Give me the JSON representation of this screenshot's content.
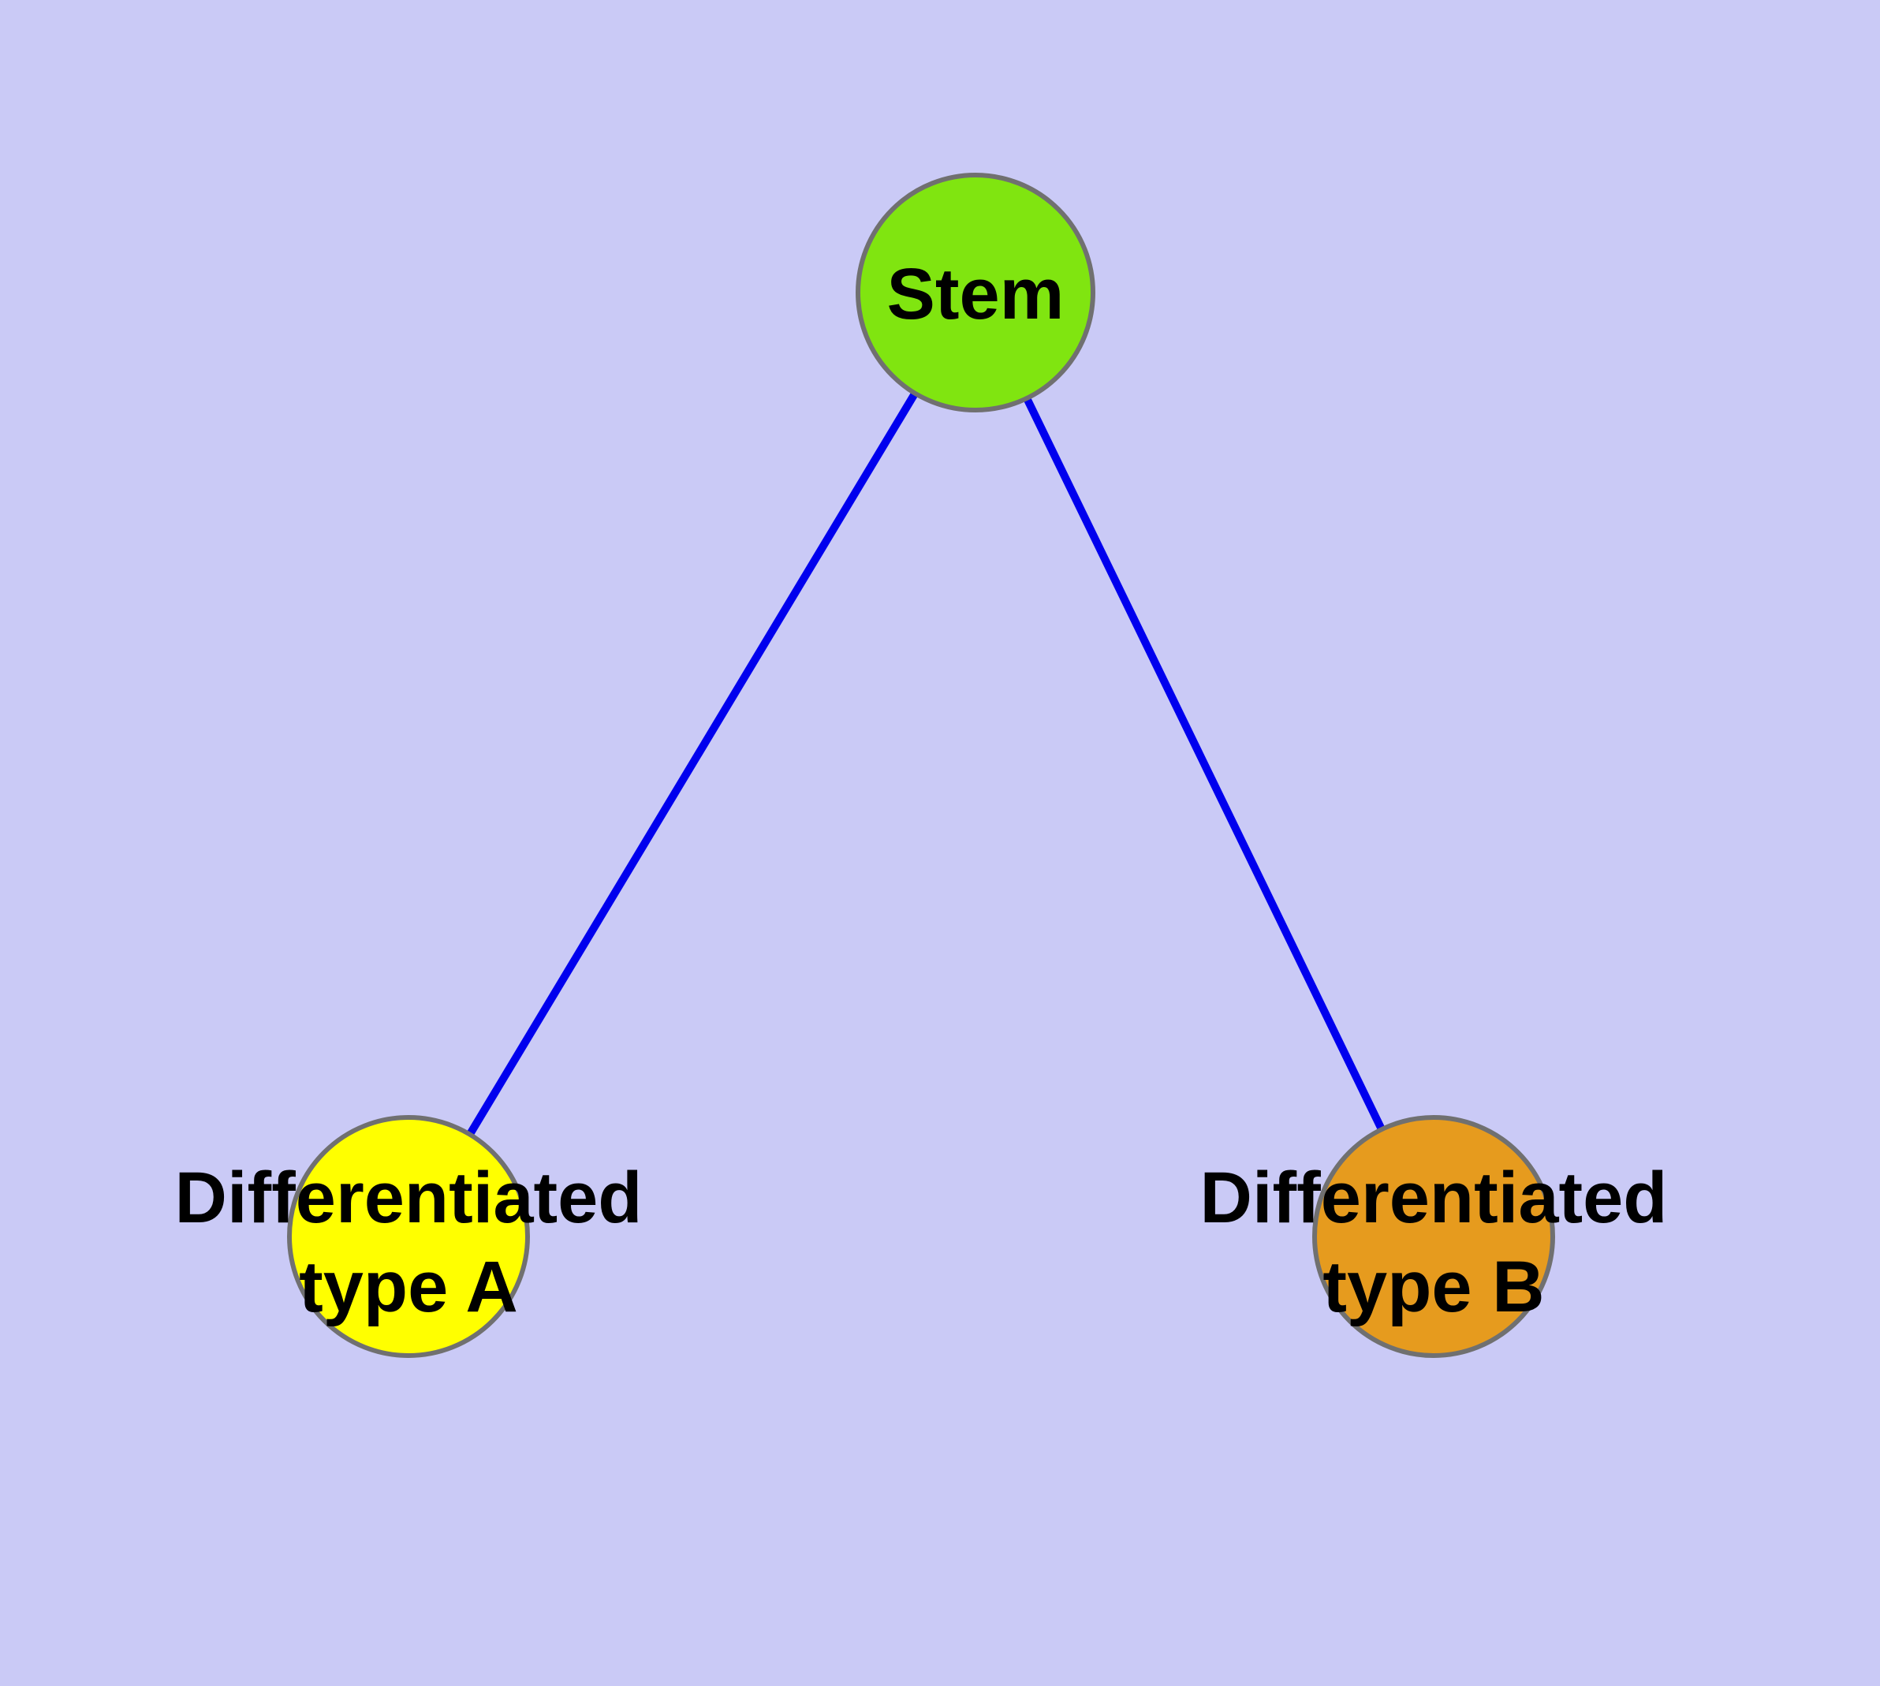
{
  "diagram": {
    "description": "Cell differentiation graph: a stem cell node linked to two differentiated cell type nodes",
    "nodes": {
      "stem": {
        "label": "Stem",
        "fill": "#80e510"
      },
      "type_a": {
        "label_line1": "Differentiated",
        "label_line2": "type A",
        "fill": "#ffff00"
      },
      "type_b": {
        "label_line1": "Differentiated",
        "label_line2": "type B",
        "fill": "#e69b1e"
      }
    },
    "edges": [
      {
        "from": "Stem",
        "to": "Differentiated type A"
      },
      {
        "from": "Stem",
        "to": "Differentiated type B"
      }
    ],
    "colors": {
      "background": "#cacaf6",
      "edge": "#0000ee",
      "node_border": "#707070",
      "label_text": "#000000"
    }
  }
}
